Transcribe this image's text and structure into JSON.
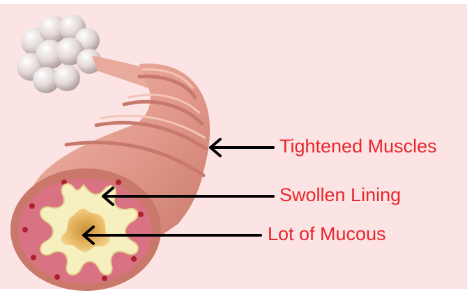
{
  "labels": {
    "tightened_muscles": "Tightened Muscles",
    "swollen_lining": "Swollen Lining",
    "lot_of_mucous": "Lot of Mucous"
  },
  "colors": {
    "background": "#fce4e4",
    "label_text": "#e8262b",
    "arrow": "#000000",
    "airway_wall": "#e2988b",
    "airway_shadow": "#c8786c",
    "inner_ring": "#d97283",
    "lining": "#f6efbf",
    "mucous": "#e6b35e",
    "alveoli": "#ddd4d4"
  }
}
